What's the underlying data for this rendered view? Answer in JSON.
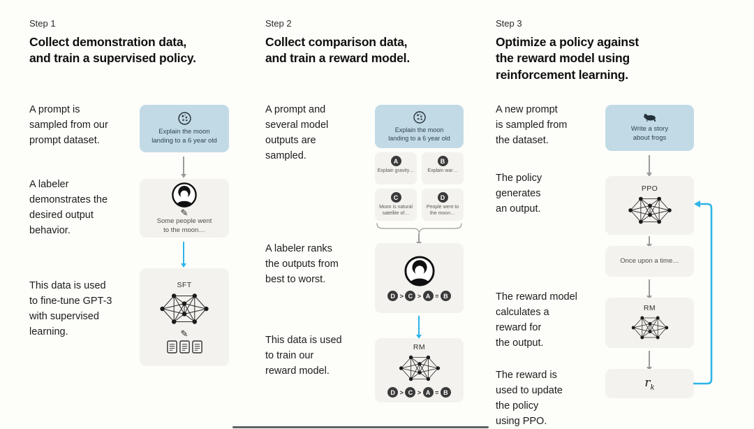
{
  "colors": {
    "accent_cyan": "#2eb4e8",
    "box_blue": "#c1dae6",
    "box_gray": "#f3f2ee",
    "arrow_gray": "#9b9b9b"
  },
  "icons": {
    "moon": "moon-with-craters",
    "labeler": "person-avatar",
    "pencil_glyph": "✎",
    "network": "neural-network",
    "documents": "stacked-documents",
    "frog": "frog-silhouette"
  },
  "steps": [
    {
      "label": "Step 1",
      "title": "Collect demonstration data,\nand train a supervised policy.",
      "captions": [
        "A prompt is\nsampled from our\nprompt dataset.",
        "A labeler\ndemonstrates the\ndesired output\nbehavior.",
        "This data is used\nto fine-tune GPT-3\nwith supervised\nlearning."
      ]
    },
    {
      "label": "Step 2",
      "title": "Collect comparison data,\nand train a reward model.",
      "captions": [
        "A prompt and\nseveral model\noutputs are\nsampled.",
        "A labeler ranks\nthe outputs from\nbest to worst.",
        "This data is used\nto train our\nreward model."
      ]
    },
    {
      "label": "Step 3",
      "title": "Optimize a policy against\nthe reward model using\nreinforcement learning.",
      "captions": [
        "A new prompt\nis sampled from\nthe dataset.",
        "The policy\ngenerates\nan output.",
        "The reward model\ncalculates a\nreward for\nthe output.",
        "The reward is\nused to update\nthe policy\nusing PPO."
      ]
    }
  ],
  "diagram1": {
    "prompt": "Explain the moon\nlanding to a 6 year old",
    "demo_text": "Some people went\nto the moon…",
    "model_label": "SFT"
  },
  "diagram2": {
    "prompt": "Explain the moon\nlanding to a 6 year old",
    "outputs": [
      {
        "letter": "A",
        "text": "Explain gravity…"
      },
      {
        "letter": "B",
        "text": "Explain war…"
      },
      {
        "letter": "C",
        "text": "Moon is natural\nsatellite of…"
      },
      {
        "letter": "D",
        "text": "People went to\nthe moon…"
      }
    ],
    "ranking": [
      "D",
      ">",
      "C",
      ">",
      "A",
      "=",
      "B"
    ],
    "model_label": "RM"
  },
  "diagram3": {
    "prompt": "Write a story\nabout frogs",
    "policy_label": "PPO",
    "output_text": "Once upon a time…",
    "rm_label": "RM",
    "reward_base": "r",
    "reward_sub": "k"
  }
}
